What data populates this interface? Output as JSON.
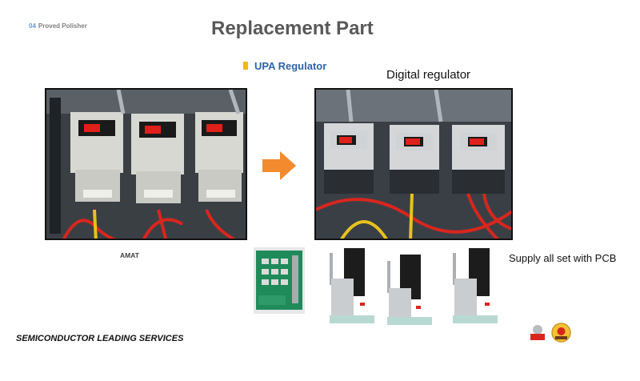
{
  "section": {
    "number": "04",
    "name": "Proved Polisher"
  },
  "title": "Replacement Part",
  "subtitle": "UPA Regulator",
  "labels": {
    "digital": "Digital regulator",
    "amat": "AMAT",
    "supply": "Supply all set with PCB"
  },
  "footer": "SEMICONDUCTOR LEADING SERVICES",
  "colors": {
    "title": "#595959",
    "subtitle": "#2e64a8",
    "marker": "#f5b800",
    "arrow": "#f28a2e",
    "section_number": "#5b9bd5"
  },
  "icons": {
    "arrow": "right-arrow-icon",
    "logo_a": "company-logo-icon",
    "logo_b": "seal-logo-icon"
  }
}
